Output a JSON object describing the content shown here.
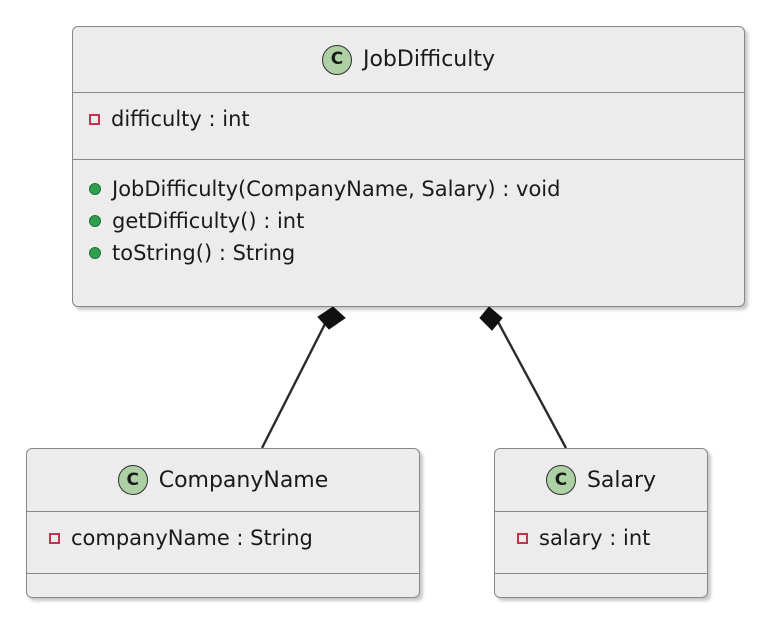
{
  "diagram": {
    "type": "uml-class-diagram",
    "background_color": "#FFFFFF",
    "box_fill": "#ECECEC",
    "box_border": "#888888",
    "class_icon_color": "#ADD1A4",
    "private_marker_color": "#C2334E",
    "public_marker_color": "#2E9E4F",
    "connector_color": "#2B2B2B"
  },
  "classes": {
    "job_difficulty": {
      "icon": "class-icon-c",
      "icon_letter": "C",
      "name": "JobDifficulty",
      "attributes": [
        {
          "visibility": "private",
          "marker": "private-square-icon",
          "text": "difficulty : int"
        }
      ],
      "methods": [
        {
          "visibility": "public",
          "marker": "public-circle-icon",
          "text": "JobDifficulty(CompanyName, Salary) : void"
        },
        {
          "visibility": "public",
          "marker": "public-circle-icon",
          "text": "getDifficulty() : int"
        },
        {
          "visibility": "public",
          "marker": "public-circle-icon",
          "text": "toString() : String"
        }
      ]
    },
    "company_name": {
      "icon": "class-icon-c",
      "icon_letter": "C",
      "name": "CompanyName",
      "attributes": [
        {
          "visibility": "private",
          "marker": "private-square-icon",
          "text": "companyName : String"
        }
      ],
      "methods": []
    },
    "salary": {
      "icon": "class-icon-c",
      "icon_letter": "C",
      "name": "Salary",
      "attributes": [
        {
          "visibility": "private",
          "marker": "private-square-icon",
          "text": "salary : int"
        }
      ],
      "methods": []
    }
  },
  "relationships": [
    {
      "name": "composition-jobdifficulty-companyname",
      "kind": "composition",
      "from": "JobDifficulty",
      "to": "CompanyName",
      "diamond_end": "JobDifficulty"
    },
    {
      "name": "composition-jobdifficulty-salary",
      "kind": "composition",
      "from": "JobDifficulty",
      "to": "Salary",
      "diamond_end": "JobDifficulty"
    }
  ]
}
